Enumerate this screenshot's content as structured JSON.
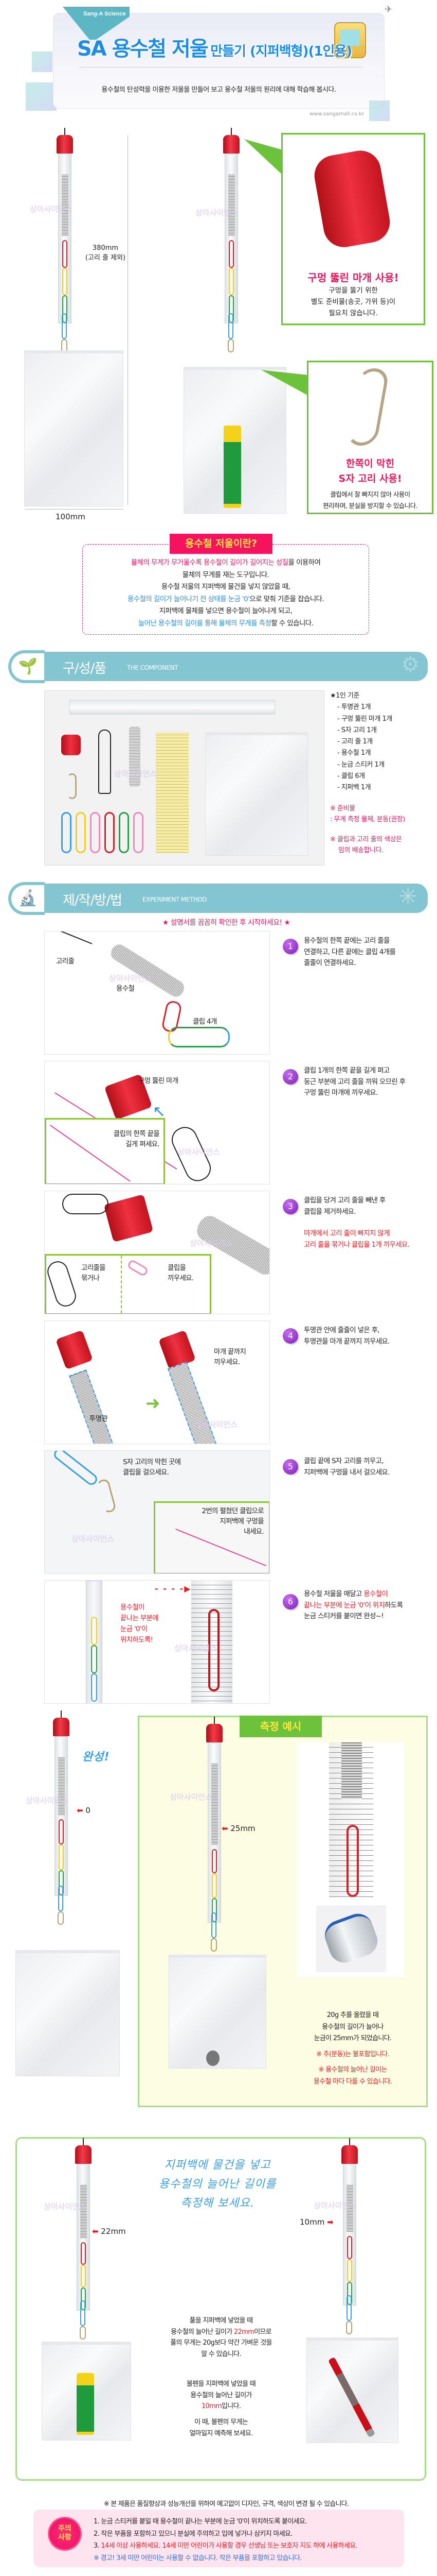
{
  "header": {
    "badge": "Sang-A Science",
    "title_main": "SA 용수철 저울",
    "title_sub": "만들기 (지퍼백형)(1인용)",
    "subtitle": "용수철의 탄성력을 이용한 저울을 만들어 보고 용수철 저울의 원리에 대해 학습해 봅시다.",
    "url": "www.sangamall.co.kr"
  },
  "overview": {
    "watermark": "상아사이언스",
    "height_label": "380mm",
    "height_note": "(고리 줄 제외)",
    "width_label": "100mm",
    "callout_cap": {
      "title": "구멍 뚫린 마개 사용!",
      "lines": [
        "구멍을 뚫기 위한",
        "별도 준비물(송곳, 가위 등)이",
        "필요치 않습니다."
      ]
    },
    "callout_hook": {
      "title_lines": [
        "한쪽이 막힌",
        "S자 고리 사용!"
      ],
      "lines": [
        "클립에서 잘 빠지지 않아 사용이",
        "편리하며, 분실을 방지할 수 있습니다."
      ]
    }
  },
  "about": {
    "title": "용수철 저울이란?",
    "l1_pink": "물체의 무게가 무거울수록 용수철이 길이가 길어지는 성질",
    "l1_rest": "을 이용하여",
    "l2": "물체의 무게를 재는 도구입니다.",
    "l3": "용수철 저울의 지퍼백에 물건을 넣지 않았을 때,",
    "l4_blue": "용수철의 길이가 늘어나기 전 상태를 눈금 '0'",
    "l4_rest": "으로 맞춰 기준을 잡습니다.",
    "l5": "지퍼백에 물체를 넣으면 용수철이 늘어나게 되고,",
    "l6_blue": "늘어난 용수철의 길이를 통해 물체의 무게를 측정",
    "l6_rest": "할 수 있습니다."
  },
  "components": {
    "header_title": "구/성/품",
    "header_sub": "THE COMPONENT",
    "list_title": "★1인 기준",
    "items": [
      "- 투명관 1개",
      "- 구멍 뚫린 마개 1개",
      "- S자 고리 1개",
      "- 고리 줄 1개",
      "- 용수철 1개",
      "- 눈금 스티커 1개",
      "- 클립 6개",
      "- 지퍼백 1개"
    ],
    "note1": [
      "※ 준비물",
      ": 무게 측정 물체, 분동(권장)"
    ],
    "note2": [
      "※ 클립과 고리 줄의 색상은",
      "임의 배송합니다."
    ]
  },
  "method": {
    "header_title": "제/작/방/법",
    "header_sub": "EXPERIMENT METHOD",
    "notice": "★ 설명서를 꼼꼼히 확인한 후 시작하세요! ★",
    "steps": [
      {
        "num": "1",
        "lines": [
          "용수철의 한쪽 끝에는 고리 줄을",
          "연결하고, 다른 끝에는 클립 4개를",
          "줄줄이 연결하세요."
        ],
        "labels": [
          "고리줄",
          "용수철",
          "클립 4개"
        ]
      },
      {
        "num": "2",
        "lines": [
          "클립 1개의 한쪽 끝을 길게 펴고",
          "둥근 부분에 고리 줄을 끼워 오므린 후",
          "구멍 뚫린 마개에 끼우세요."
        ],
        "labels": [
          "구멍 뚫린 마개"
        ],
        "inset": [
          "클립의 한쪽 끝을",
          "길게 펴세요."
        ]
      },
      {
        "num": "3",
        "lines": [
          "클립을 당겨 고리 줄을 빼낸 후",
          "클립을 제거하세요."
        ],
        "warn": [
          "마개에서 고리 줄이 빠지지 않게",
          "고리 줄을 묶거나 클립을 1개 끼우세요."
        ],
        "inset_a": [
          "고리줄을",
          "묶거나"
        ],
        "inset_b": [
          "클립을",
          "끼우세요."
        ]
      },
      {
        "num": "4",
        "lines": [
          "투명관 안에 줄줄이 넣은 후,",
          "투명관을 마개 끝까지 끼우세요."
        ],
        "labels": [
          "마개 끝까지",
          "끼우세요.",
          "투명관"
        ]
      },
      {
        "num": "5",
        "lines": [
          "클립 끝에 S자 고리를 끼우고,",
          "지퍼백에 구멍을 내서 걸으세요."
        ],
        "labels": [
          "S자 고리의 막힌 곳에",
          "클립을 걸으세요."
        ],
        "inset": [
          "2번의 펼쳤던 클립으로",
          "지퍼백에 구멍을",
          "내세요."
        ]
      },
      {
        "num": "6",
        "l1": "용수철 저울을 매달고 ",
        "l1_red": "용수철이",
        "l2_red": "끝나는 부분에 눈금 '0'이 위치",
        "l2": "하도록",
        "l3": "눈금 스티커를 붙이면 완성~!",
        "labels": [
          "용수철이",
          "끝나는 부분에",
          "눈금 '0'이",
          "위치하도록!"
        ]
      }
    ]
  },
  "measure": {
    "done": "완성!",
    "zero": "0",
    "title": "측정 예시",
    "reading": "25mm",
    "desc": [
      "20g 추를 올렸을 때",
      "용수철의 길이가 늘어나",
      "눈금이 25mm가 되었습니다."
    ],
    "note1": "※ 추(분동)는 불포함입니다.",
    "note2": [
      "※ 용수철의 늘어난 길이는",
      "용수철 마다 다를 수 있습니다."
    ]
  },
  "practice": {
    "hand": [
      "지퍼백에 물건을 넣고",
      "용수철의 늘어난 길이를",
      "측정해 보세요."
    ],
    "left_reading": "22mm",
    "right_reading": "10mm",
    "p1": {
      "l1": "풀을 지퍼백에 넣었을 때",
      "l2": "용수철의 늘어난 길이가 ",
      "l2_red": "22mm",
      "l2_rest": "이므로",
      "l3": "풀의 무게는 20g보다 약간 가벼운 것을",
      "l4": "알 수 있습니다."
    },
    "p2": {
      "l1": "볼펜을 지퍼백에 넣었을 때",
      "l2": "용수철의 늘어난 길이가",
      "l3_red": "10mm",
      "l3_rest": "입니다.",
      "l4": "이 때, 볼펜의 무게는",
      "l5": "얼마일지 예측해 보세요."
    }
  },
  "footer": {
    "notice": "※ 본 제품은 품질향상과 성능개선을 위하여 예고없이 디자인, 규격, 색상이 변경 될 수 있습니다.",
    "badge": [
      "주의",
      "사항"
    ],
    "items": [
      "1. 눈금 스티커를 붙일 때 용수철이 끝나는 부분에 눈금 '0'이 위치하도록 붙이세요.",
      "2. 작은 부품을 포함하고 있으니 분실에 주의하고 입에 넣거나 삼키지 마세요."
    ],
    "item3_num": "3. ",
    "item3_red": "14세 이상 사용하세요. 14세 미만 어린이가 사용할 경우 선생님 또는 보호자 지도 하에 사용하세요.",
    "warning": "※ 경고! 3세 미만 어린이는 사용할 수 없습니다. 작은 부품을 포함하고 있습니다."
  },
  "colors": {
    "teal": "#84c5d2",
    "pink": "#e8185f",
    "green": "#6cc23a",
    "purple": "#7d1fb5",
    "red": "#e81b23",
    "blue": "#2a8fdc"
  }
}
